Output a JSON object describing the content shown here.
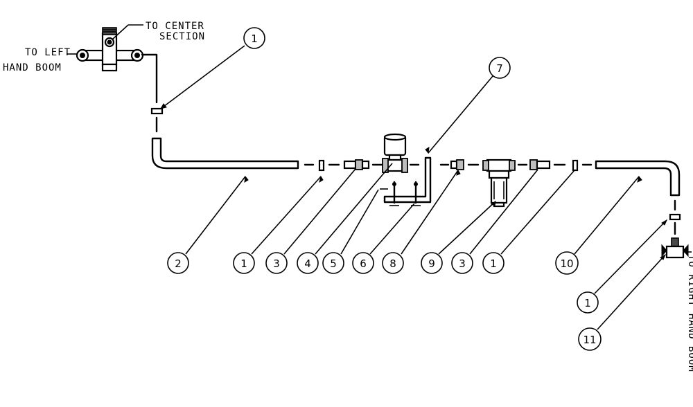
{
  "labels": {
    "to_center": "TO CENTER",
    "section": "SECTION",
    "to_left": "TO LEFT",
    "hand_boom": "HAND BOOM",
    "to_right_hand_boom": "TO RIGHT HAND BOOM"
  },
  "callouts": [
    "1",
    "2",
    "1",
    "3",
    "4",
    "5",
    "6",
    "7",
    "8",
    "9",
    "3",
    "1",
    "10",
    "1",
    "11"
  ]
}
